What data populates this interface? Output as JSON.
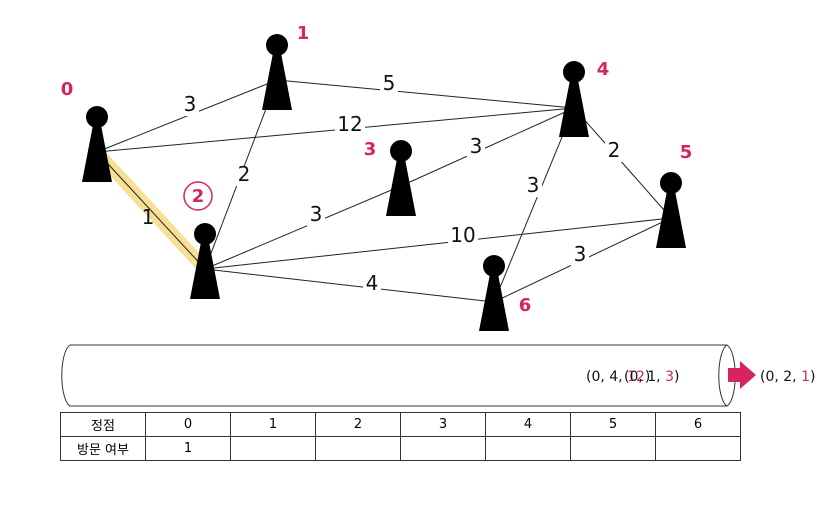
{
  "graph": {
    "nodes": [
      {
        "id": "0",
        "label": "0"
      },
      {
        "id": "1",
        "label": "1"
      },
      {
        "id": "2",
        "label": "2",
        "circled": true
      },
      {
        "id": "3",
        "label": "3"
      },
      {
        "id": "4",
        "label": "4"
      },
      {
        "id": "5",
        "label": "5"
      },
      {
        "id": "6",
        "label": "6"
      }
    ],
    "edges": [
      {
        "from": "0",
        "to": "1",
        "weight": "3"
      },
      {
        "from": "0",
        "to": "4",
        "weight": "12"
      },
      {
        "from": "0",
        "to": "2",
        "weight": "1",
        "highlighted": true
      },
      {
        "from": "1",
        "to": "4",
        "weight": "5"
      },
      {
        "from": "1",
        "to": "2",
        "weight": "2"
      },
      {
        "from": "2",
        "to": "3",
        "weight": "3"
      },
      {
        "from": "2",
        "to": "5",
        "weight": "10"
      },
      {
        "from": "2",
        "to": "6",
        "weight": "4"
      },
      {
        "from": "3",
        "to": "4",
        "weight": "3"
      },
      {
        "from": "4",
        "to": "5",
        "weight": "2"
      },
      {
        "from": "4",
        "to": "6",
        "weight": "3"
      },
      {
        "from": "5",
        "to": "6",
        "weight": "3"
      }
    ]
  },
  "queue": {
    "items": [
      {
        "prefix": "(0, 4, ",
        "weight": "12",
        "suffix": ")"
      },
      {
        "prefix": "(0, 1, ",
        "weight": "3",
        "suffix": ")"
      }
    ],
    "output": {
      "prefix": "(0, 2, ",
      "weight": "1",
      "suffix": ")"
    }
  },
  "table": {
    "row1_header": "정점",
    "row2_header": "방문 여부",
    "vertices": [
      "0",
      "1",
      "2",
      "3",
      "4",
      "5",
      "6"
    ],
    "visited": [
      "1",
      "",
      "",
      "",
      "",
      "",
      ""
    ]
  },
  "colors": {
    "accent": "#d6245f",
    "highlight": "#f7df96",
    "pawn": "#000000"
  }
}
